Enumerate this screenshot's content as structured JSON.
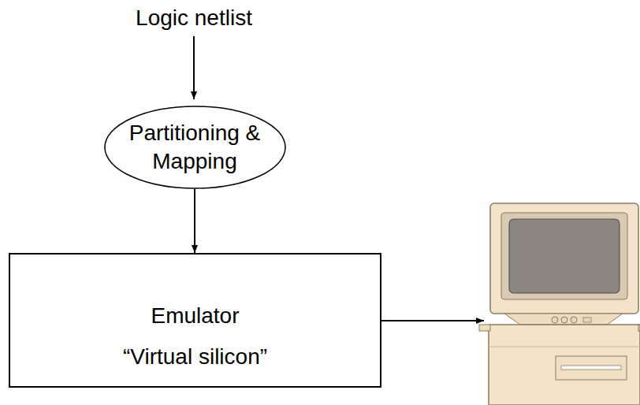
{
  "diagram": {
    "nodes": [
      {
        "text": [
          "Partitioning & Mapping"
        ]
      },
      {
        "text": [
          "Emulator",
          "“Virtual silicon”"
        ]
      }
    ],
    "edges": [
      {
        "from": 0,
        "to": 1,
        "arrow": "to"
      }
    ],
    "labels": [
      "Logic netlist"
    ]
  }
}
